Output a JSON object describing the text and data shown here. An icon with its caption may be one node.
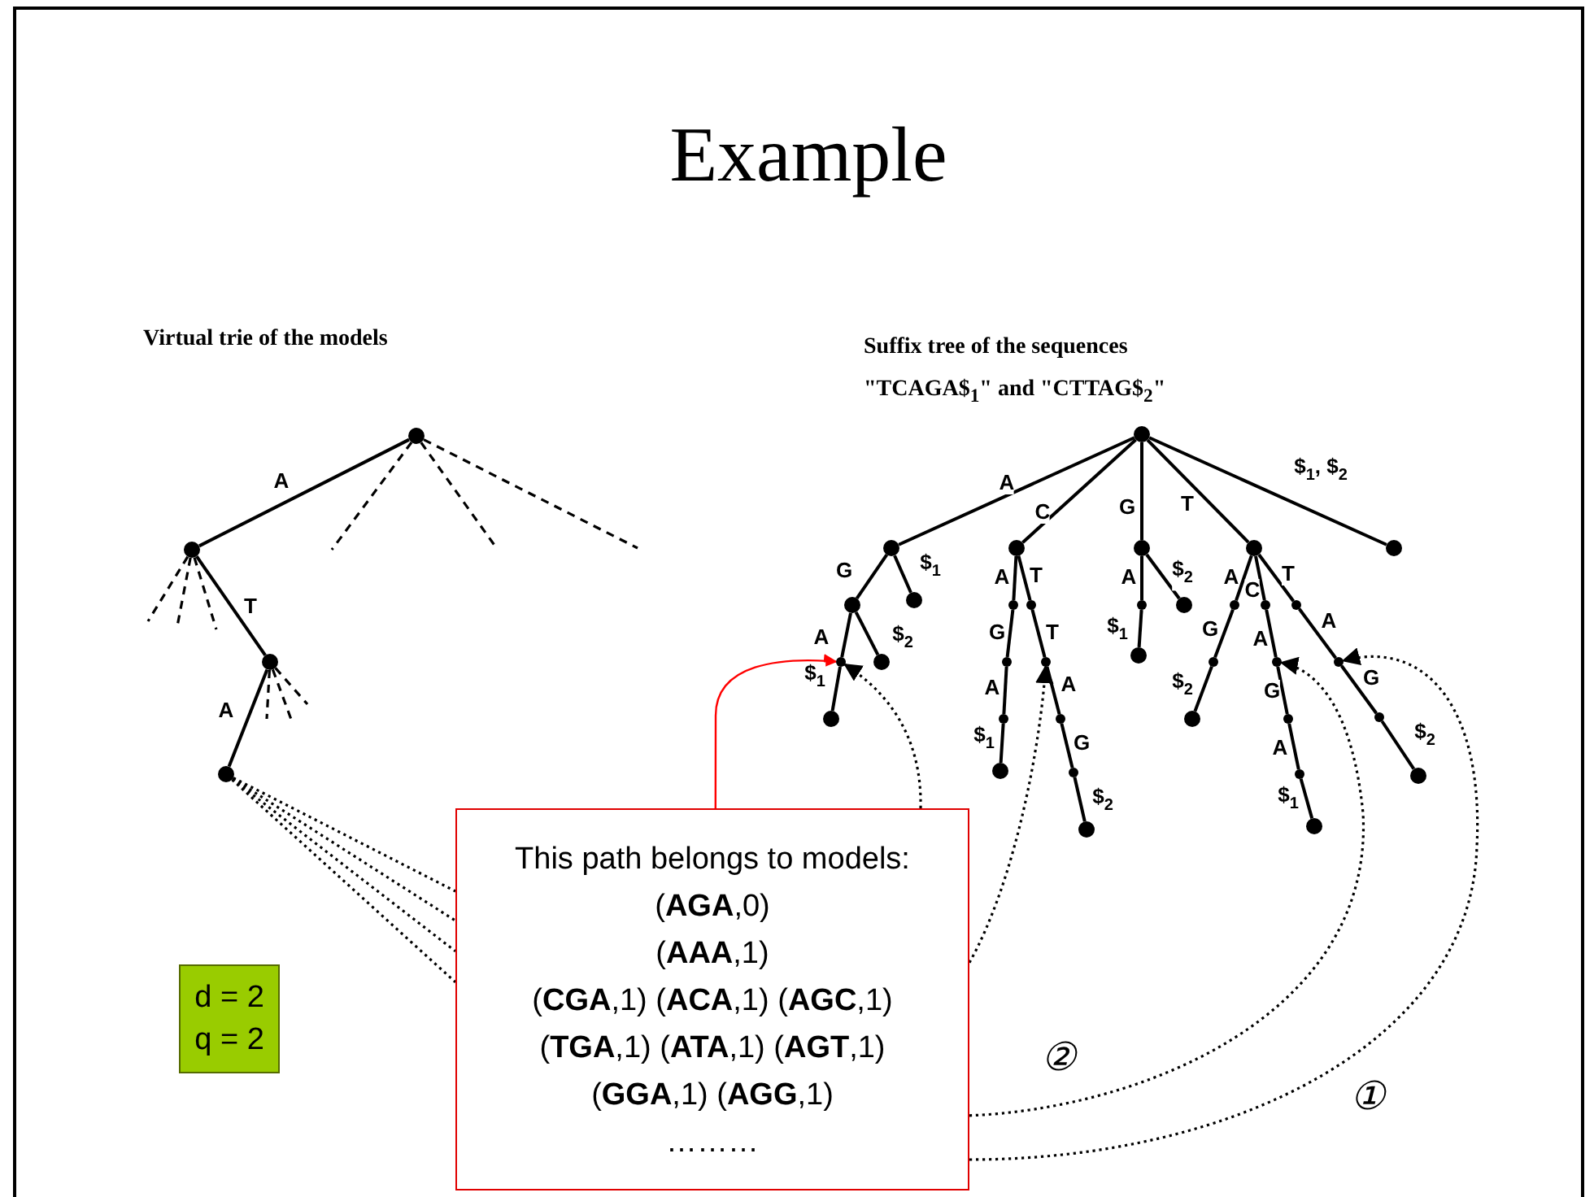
{
  "diagram": {
    "title": "Example",
    "nodes": [
      {
        "text": [],
        "shape": "circle"
      },
      {
        "text": [],
        "shape": "circle"
      },
      {
        "text": [],
        "shape": "circle"
      },
      {
        "text": [],
        "shape": "circle"
      },
      {
        "text": [],
        "shape": "circle"
      },
      {
        "text": [],
        "shape": "circle"
      },
      {
        "text": [],
        "shape": "circle"
      },
      {
        "text": [],
        "shape": "circle"
      },
      {
        "text": [],
        "shape": "circle"
      },
      {
        "text": [],
        "shape": "circle"
      },
      {
        "text": [],
        "shape": "circle"
      },
      {
        "text": [],
        "shape": "circle"
      },
      {
        "text": [],
        "shape": "circle"
      },
      {
        "text": [],
        "shape": "circle"
      },
      {
        "text": [],
        "shape": "circle"
      },
      {
        "text": [],
        "shape": "circle"
      },
      {
        "text": [],
        "shape": "circle"
      },
      {
        "text": [],
        "shape": "circle"
      },
      {
        "text": [],
        "shape": "circle"
      },
      {
        "text": [],
        "shape": "circle"
      },
      {
        "text": [],
        "shape": "circle"
      },
      {
        "text": [],
        "shape": "circle"
      },
      {
        "text": [],
        "shape": "circle"
      },
      {
        "text": [],
        "shape": "circle"
      },
      {
        "text": [],
        "shape": "circle"
      },
      {
        "text": [],
        "shape": "circle"
      },
      {
        "text": [],
        "shape": "circle"
      },
      {
        "text": [],
        "shape": "circle"
      },
      {
        "text": [],
        "shape": "circle"
      },
      {
        "text": [],
        "shape": "circle"
      },
      {
        "text": [],
        "shape": "circle"
      },
      {
        "text": [],
        "shape": "circle"
      },
      {
        "text": [],
        "shape": "circle"
      },
      {
        "text": [],
        "shape": "circle"
      },
      {
        "text": [],
        "shape": "circle"
      },
      {
        "text": [],
        "shape": "circle"
      },
      {
        "text": [],
        "shape": "circle"
      },
      {
        "text": [],
        "shape": "circle"
      },
      {
        "text": [],
        "shape": "circle"
      },
      {
        "text": [
          "This path belongs to models:",
          "(**AGA**,0)",
          "(**AAA**,1)",
          "(**CGA**,1) (**ACA**,1) (**AGC**,1)",
          "(**TGA**,1) (**ATA**,1) (**AGT**,1)",
          "(**GGA**,1) (**AGG**,1)",
          "………"
        ]
      },
      {
        "text": [
          "d = 2",
          "q = 2"
        ]
      }
    ],
    "edges": [
      {
        "from": 0,
        "to": 1,
        "arrow": "none",
        "label": "A"
      },
      {
        "from": 1,
        "to": 2,
        "arrow": "none",
        "label": "T"
      },
      {
        "from": 2,
        "to": 3,
        "arrow": "none",
        "label": "A"
      },
      {
        "from": 0,
        "to": null,
        "arrow": "none",
        "style": "dashed"
      },
      {
        "from": 0,
        "to": null,
        "arrow": "none",
        "style": "dashed"
      },
      {
        "from": 0,
        "to": null,
        "arrow": "none",
        "style": "dashed"
      },
      {
        "from": 1,
        "to": null,
        "arrow": "none",
        "style": "dashed"
      },
      {
        "from": 1,
        "to": null,
        "arrow": "none",
        "style": "dashed"
      },
      {
        "from": 1,
        "to": null,
        "arrow": "none",
        "style": "dashed"
      },
      {
        "from": 2,
        "to": null,
        "arrow": "none",
        "style": "dashed"
      },
      {
        "from": 2,
        "to": null,
        "arrow": "none",
        "style": "dashed"
      },
      {
        "from": 2,
        "to": null,
        "arrow": "none",
        "style": "dashed"
      },
      {
        "from": 3,
        "to": 39,
        "arrow": "none",
        "style": "dashed"
      },
      {
        "from": 3,
        "to": 39,
        "arrow": "none",
        "style": "dashed"
      },
      {
        "from": 3,
        "to": 39,
        "arrow": "none",
        "style": "dashed"
      },
      {
        "from": 3,
        "to": 39,
        "arrow": "none",
        "style": "dashed"
      },
      {
        "from": 4,
        "to": 5,
        "arrow": "none",
        "label": "A"
      },
      {
        "from": 4,
        "to": 6,
        "arrow": "none",
        "label": "C"
      },
      {
        "from": 4,
        "to": 7,
        "arrow": "none",
        "label": "G"
      },
      {
        "from": 4,
        "to": 8,
        "arrow": "none",
        "label": "T"
      },
      {
        "from": 4,
        "to": 9,
        "arrow": "none",
        "label": "$$_{1}$, $$_{2}$"
      },
      {
        "from": 5,
        "to": 10,
        "arrow": "none",
        "label": "G"
      },
      {
        "from": 5,
        "to": 11,
        "arrow": "none",
        "label": "$$_{1}$"
      },
      {
        "from": 10,
        "to": 12,
        "arrow": "none",
        "label": "A"
      },
      {
        "from": 10,
        "to": 13,
        "arrow": "none",
        "label": "$$_{2}$"
      },
      {
        "from": 12,
        "to": 14,
        "arrow": "none",
        "label": "$$_{1}$"
      },
      {
        "from": 6,
        "to": 15,
        "arrow": "none",
        "label": "A"
      },
      {
        "from": 15,
        "to": 16,
        "arrow": "none",
        "label": "G"
      },
      {
        "from": 16,
        "to": 17,
        "arrow": "none",
        "label": "A"
      },
      {
        "from": 17,
        "to": 18,
        "arrow": "none",
        "label": "$$_{1}$"
      },
      {
        "from": 6,
        "to": 19,
        "arrow": "none",
        "label": "T"
      },
      {
        "from": 19,
        "to": 20,
        "arrow": "none",
        "label": "T"
      },
      {
        "from": 20,
        "to": 21,
        "arrow": "none",
        "label": "A"
      },
      {
        "from": 21,
        "to": 22,
        "arrow": "none",
        "label": "G"
      },
      {
        "from": 22,
        "to": 23,
        "arrow": "none",
        "label": "$$_{2}$"
      },
      {
        "from": 7,
        "to": 24,
        "arrow": "none",
        "label": "A"
      },
      {
        "from": 24,
        "to": 25,
        "arrow": "none",
        "label": "$$_{1}$"
      },
      {
        "from": 7,
        "to": 26,
        "arrow": "none",
        "label": "$$_{2}$"
      },
      {
        "from": 8,
        "to": 27,
        "arrow": "none",
        "label": "A"
      },
      {
        "from": 27,
        "to": 28,
        "arrow": "none",
        "label": "G"
      },
      {
        "from": 28,
        "to": 29,
        "arrow": "none",
        "label": "$$_{2}$"
      },
      {
        "from": 8,
        "to": 30,
        "arrow": "none",
        "label": "C"
      },
      {
        "from": 30,
        "to": 31,
        "arrow": "none",
        "label": "A"
      },
      {
        "from": 31,
        "to": 32,
        "arrow": "none",
        "label": "G"
      },
      {
        "from": 32,
        "to": 33,
        "arrow": "none",
        "label": "A"
      },
      {
        "from": 33,
        "to": 34,
        "arrow": "none",
        "label": "$$_{1}$"
      },
      {
        "from": 8,
        "to": 35,
        "arrow": "none",
        "label": "T"
      },
      {
        "from": 35,
        "to": 36,
        "arrow": "none",
        "label": "A"
      },
      {
        "from": 36,
        "to": 37,
        "arrow": "none",
        "label": "G"
      },
      {
        "from": 37,
        "to": 38,
        "arrow": "none",
        "label": "$$_{2}$"
      },
      {
        "from": 39,
        "to": 12,
        "arrow": "to",
        "color": "#ff0000"
      },
      {
        "from": 39,
        "to": 12,
        "arrow": "to",
        "style": "dashed"
      },
      {
        "from": 39,
        "to": 20,
        "arrow": "to",
        "style": "dashed"
      },
      {
        "from": 39,
        "to": 31,
        "arrow": "to",
        "style": "dashed"
      },
      {
        "from": 39,
        "to": 36,
        "arrow": "to",
        "style": "dashed"
      }
    ],
    "labels": [
      "Virtual trie of the models",
      "Suffix tree of the sequences \"TCAGA$$_{1}$\" and \"CTTAG$$_{2}$\"",
      "②",
      "①"
    ]
  }
}
